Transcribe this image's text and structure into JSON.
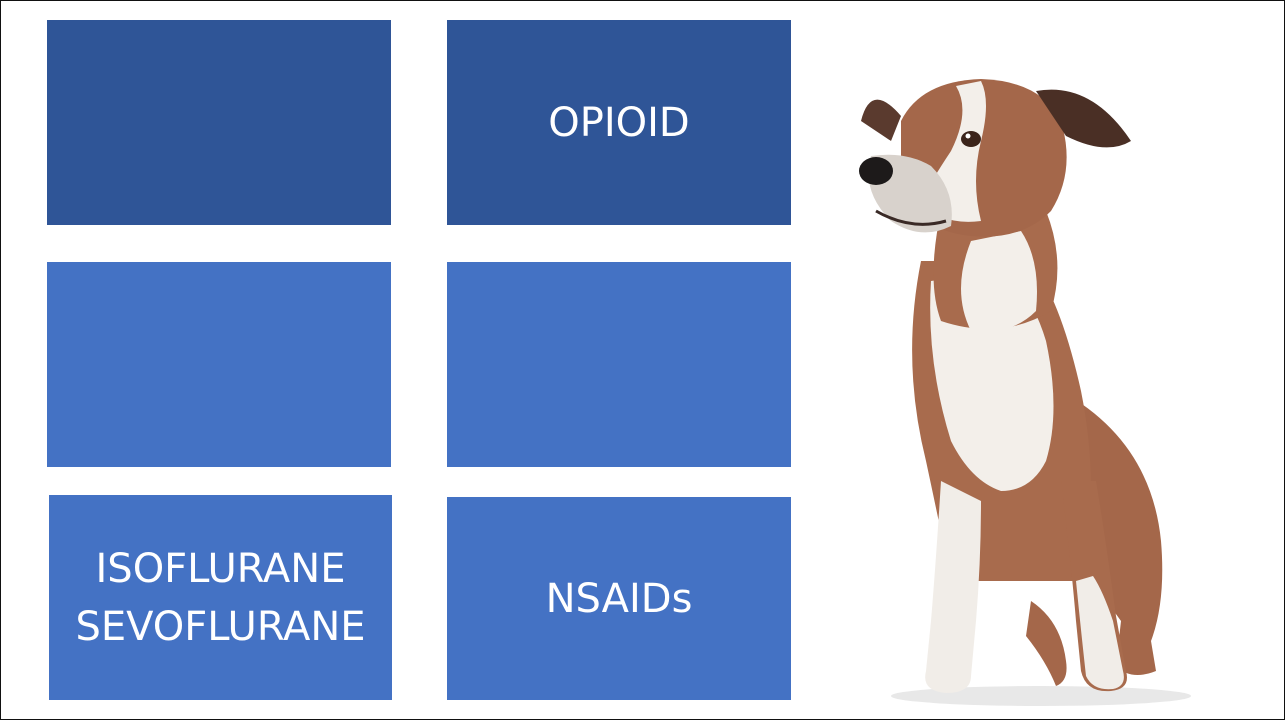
{
  "tiles": [
    {
      "id": "tile-1",
      "lines": []
    },
    {
      "id": "tile-2",
      "lines": [
        "OPIOID"
      ]
    },
    {
      "id": "tile-3",
      "lines": []
    },
    {
      "id": "tile-4",
      "lines": []
    },
    {
      "id": "tile-5",
      "lines": [
        "ISOFLURANE",
        "SEVOFLURANE"
      ]
    },
    {
      "id": "tile-6",
      "lines": [
        "NSAIDs"
      ]
    }
  ],
  "colors": {
    "dark_tile": "#2f5597",
    "light_tile": "#4472c4",
    "text": "#ffffff",
    "background": "#ffffff"
  },
  "image": {
    "subject": "dog-photo"
  }
}
